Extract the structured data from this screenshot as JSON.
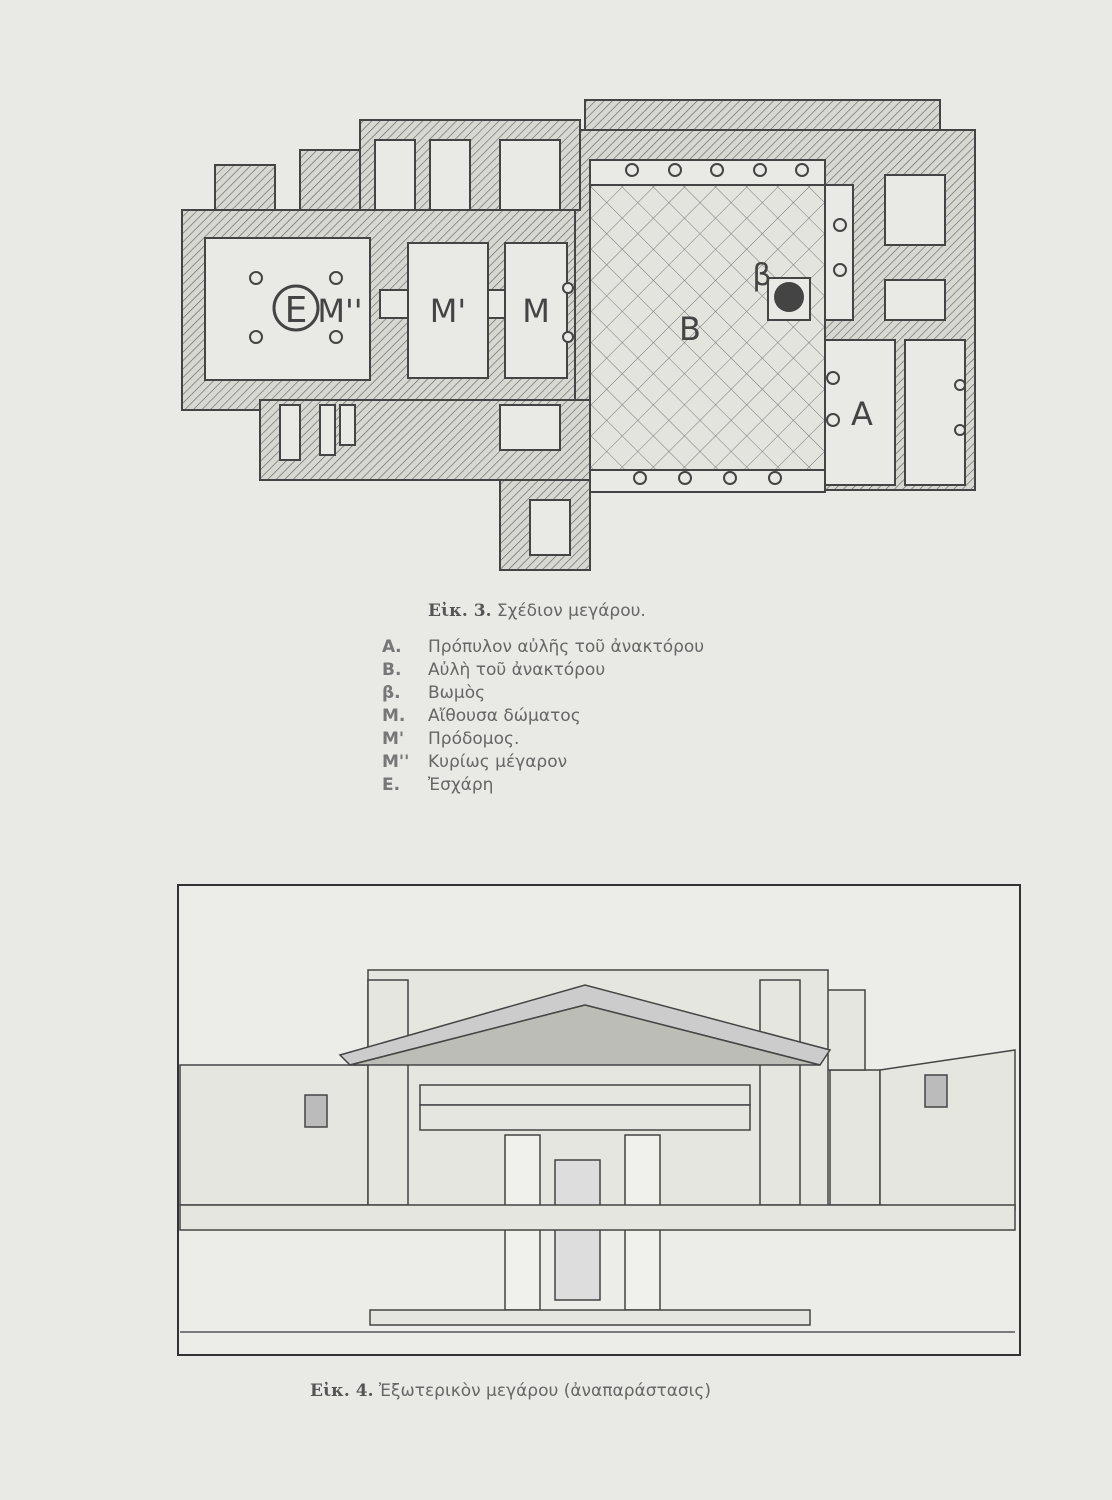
{
  "figure3": {
    "plan_labels": {
      "E": "Ε",
      "M2": "Μ''",
      "M1": "Μ'",
      "M": "Μ",
      "B": "Β",
      "beta": "β",
      "A": "Α"
    },
    "caption_num": "Εἰκ. 3.",
    "caption_text": "Σχέδιον μεγάρου.",
    "legend": [
      {
        "key": "Α.",
        "text": "Πρόπυλον αὐλῆς τοῦ ἀνακτόρου"
      },
      {
        "key": "Β.",
        "text": "Αὐλὴ τοῦ ἀνακτόρου"
      },
      {
        "key": "β.",
        "text": "Βωμὸς"
      },
      {
        "key": "Μ.",
        "text": "Αἴθουσα δώματος"
      },
      {
        "key": "Μ'",
        "text": "Πρόδομος."
      },
      {
        "key": "Μ''",
        "text": "Κυρίως μέγαρον"
      },
      {
        "key": "Ε.",
        "text": "Ἐσχάρη"
      }
    ]
  },
  "figure4": {
    "caption_num": "Εἰκ. 4.",
    "caption_text": "Ἐξωτερικὸν μεγάρου (ἀναπαράστασις)"
  }
}
